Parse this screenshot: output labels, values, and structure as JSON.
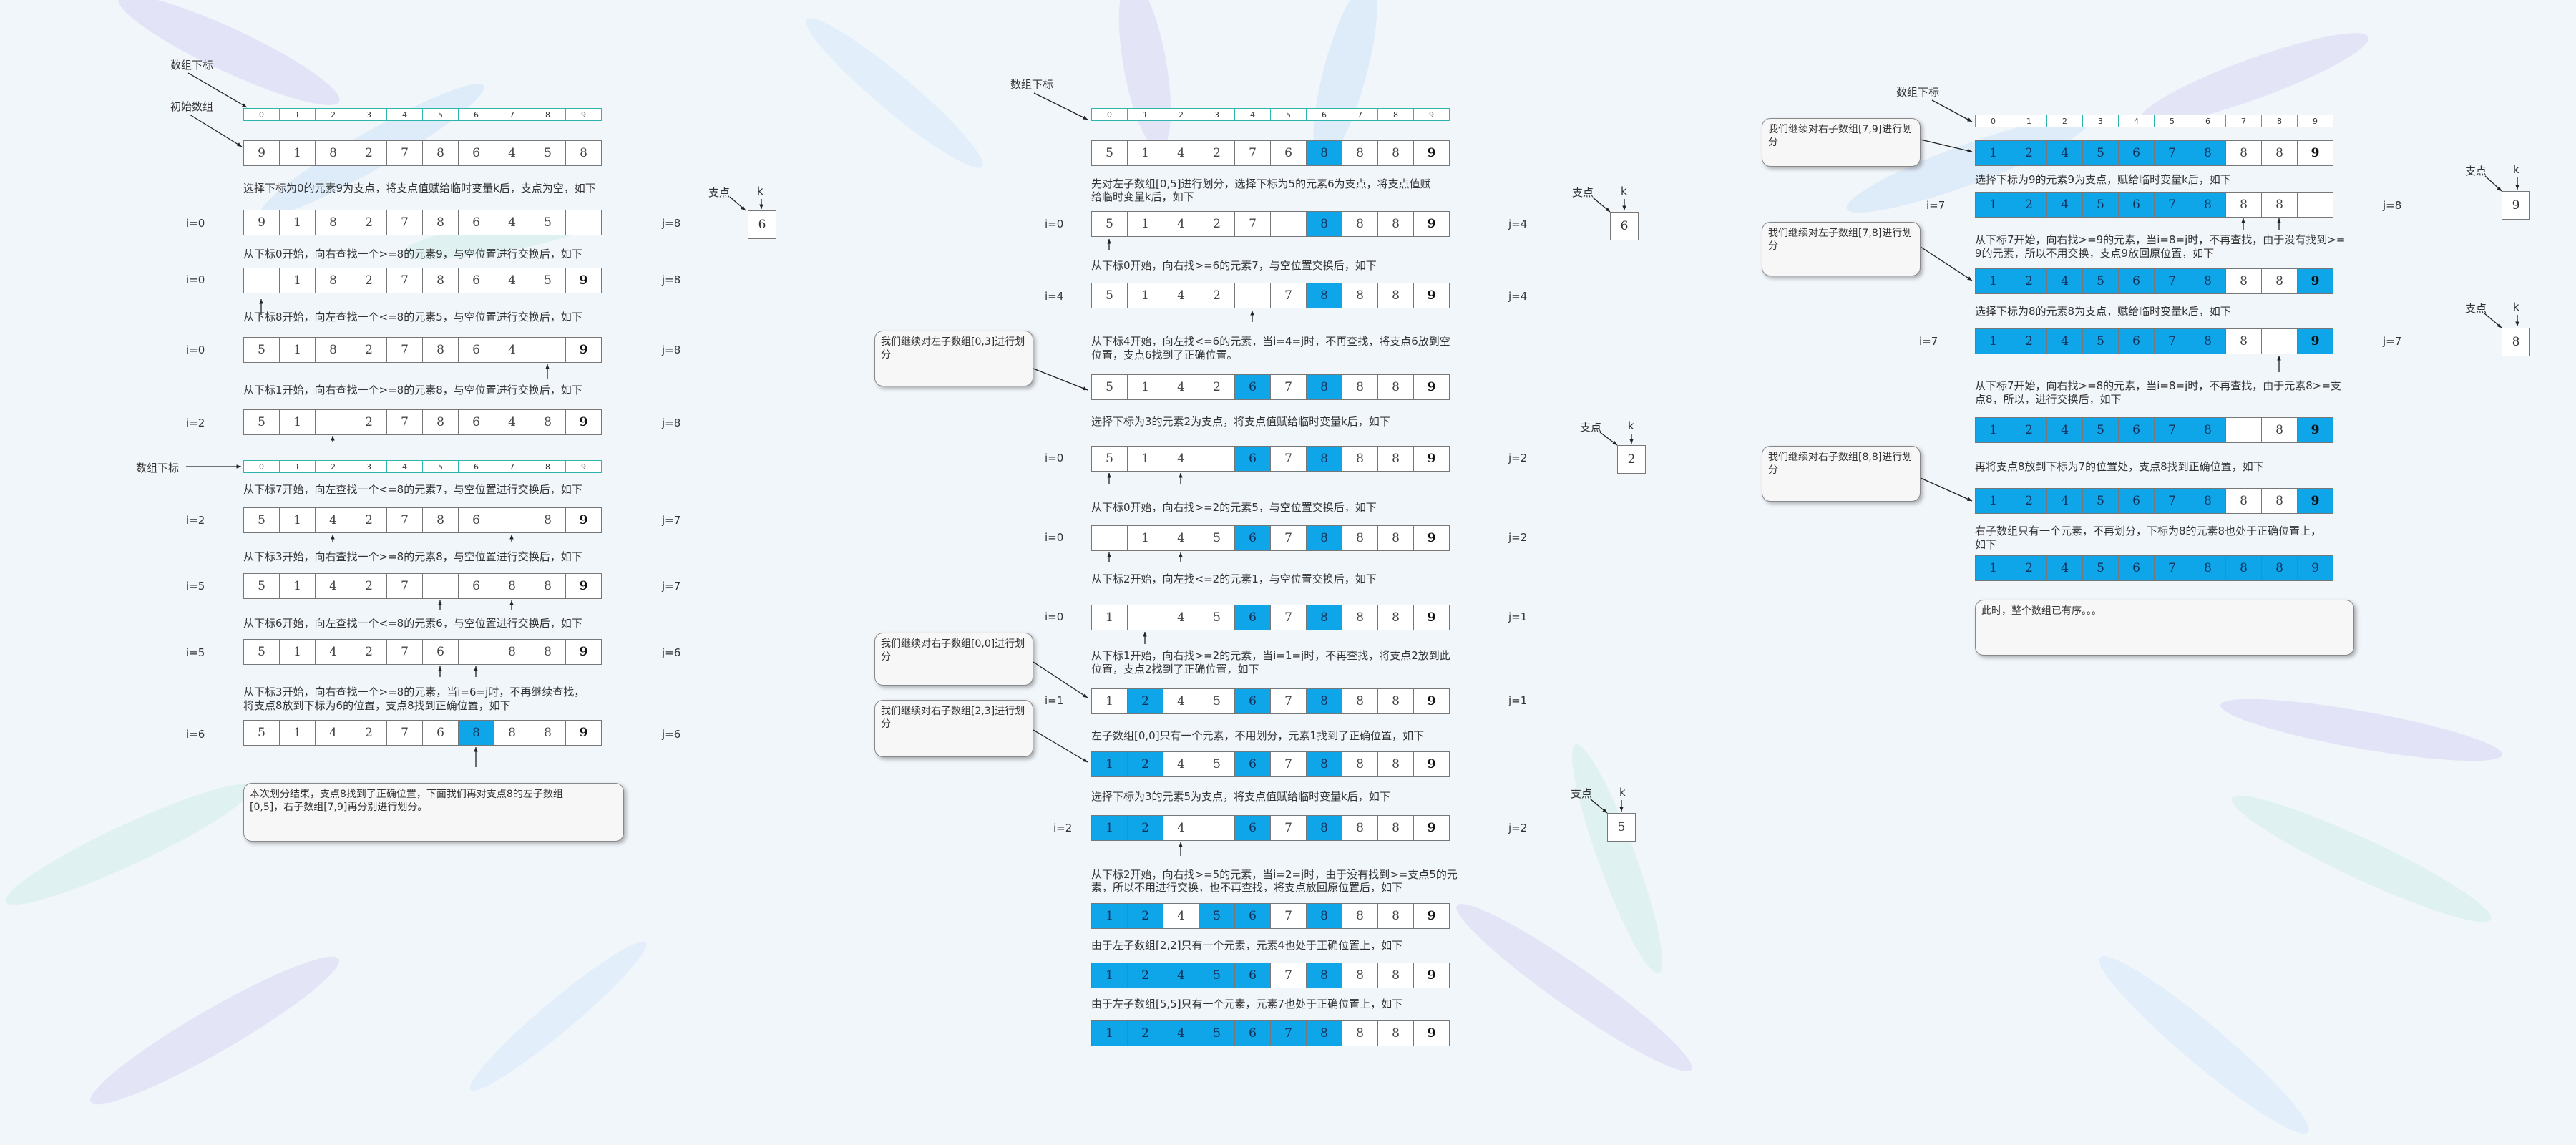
{
  "colors": {
    "highlight": "#0ea5e9",
    "index_border": "#2cb5ac",
    "background": "#f1f6fb"
  },
  "left": {
    "labels": {
      "array_index": "数组下标",
      "initial_array": "初始数组",
      "array_index_2": "数组下标",
      "pivot": "支点",
      "k": "k",
      "pivot_value": "6"
    },
    "index_row": [
      "0",
      "1",
      "2",
      "3",
      "4",
      "5",
      "6",
      "7",
      "8",
      "9"
    ],
    "texts": [
      "选择下标为0的元素9为支点，将支点值赋给临时变量k后，支点为空，如下",
      "从下标0开始，向右查找一个>=8的元素9，与空位置进行交换后，如下",
      "从下标8开始，向左查找一个<=8的元素5，与空位置进行交换后，如下",
      "从下标1开始，向右查找一个>=8的元素8，与空位置进行交换后，如下",
      "从下标7开始，向左查找一个<=8的元素7，与空位置进行交换后，如下",
      "从下标3开始，向右查找一个>=8的元素8，与空位置进行交换后，如下",
      "从下标6开始，向左查找一个<=8的元素6，与空位置进行交换后，如下",
      "从下标3开始，向右查找一个>=8的元素，当i=6=j时，不再继续查找，",
      "将支点8放到下标为6的位置，支点8找到正确位置，如下"
    ],
    "rows": [
      {
        "i": "",
        "j": "",
        "cells": [
          "9",
          "1",
          "8",
          "2",
          "7",
          "8",
          "6",
          "4",
          "5",
          "8"
        ]
      },
      {
        "i": "i=0",
        "j": "j=8",
        "cells": [
          "9",
          "1",
          "8",
          "2",
          "7",
          "8",
          "6",
          "4",
          "5",
          ""
        ]
      },
      {
        "i": "i=0",
        "j": "j=8",
        "cells": [
          "",
          "1",
          "8",
          "2",
          "7",
          "8",
          "6",
          "4",
          "5",
          "9"
        ]
      },
      {
        "i": "i=0",
        "j": "j=8",
        "cells": [
          "5",
          "1",
          "8",
          "2",
          "7",
          "8",
          "6",
          "4",
          "",
          "9"
        ]
      },
      {
        "i": "i=2",
        "j": "j=8",
        "cells": [
          "5",
          "1",
          "",
          "2",
          "7",
          "8",
          "6",
          "4",
          "8",
          "9"
        ]
      },
      {
        "i": "i=2",
        "j": "j=7",
        "cells": [
          "5",
          "1",
          "4",
          "2",
          "7",
          "8",
          "6",
          "",
          "8",
          "9"
        ]
      },
      {
        "i": "i=5",
        "j": "j=7",
        "cells": [
          "5",
          "1",
          "4",
          "2",
          "7",
          "",
          "6",
          "8",
          "8",
          "9"
        ]
      },
      {
        "i": "i=5",
        "j": "j=6",
        "cells": [
          "5",
          "1",
          "4",
          "2",
          "7",
          "6",
          "",
          "8",
          "8",
          "9"
        ]
      },
      {
        "i": "i=6",
        "j": "j=6",
        "cells": [
          "5",
          "1",
          "4",
          "2",
          "7",
          "6",
          "8",
          "8",
          "8",
          "9"
        ]
      }
    ],
    "note": [
      "本次划分结束，支点8找到了正确位置，下面我们再对支点8的左子数组",
      "[0,5]，右子数组[7,9]再分别进行划分。"
    ]
  },
  "middle": {
    "labels": {
      "array_index": "数组下标",
      "pivot": "支点",
      "k": "k",
      "pivot1": "6",
      "pivot2": "2",
      "pivot3": "5"
    },
    "index_row": [
      "0",
      "1",
      "2",
      "3",
      "4",
      "5",
      "6",
      "7",
      "8",
      "9"
    ],
    "texts": [
      "先对左子数组[0,5]进行划分，选择下标为5的元素6为支点，将支点值赋",
      "给临时变量k后，如下",
      "从下标0开始，向右找>=6的元素7，与空位置交换后，如下",
      "从下标4开始，向左找<=6的元素，当i=4=j时，不再查找，将支点6放到空",
      "位置，支点6找到了正确位置。",
      "选择下标为3的元素2为支点，将支点值赋给临时变量k后，如下",
      "从下标0开始，向右找>=2的元素5，与空位置交换后，如下",
      "从下标2开始，向左找<=2的元素1，与空位置交换后，如下",
      "从下标1开始，向右找>=2的元素，当i=1=j时，不再查找，将支点2放到此",
      "位置，支点2找到了正确位置，如下",
      "左子数组[0,0]只有一个元素，不用划分，元素1找到了正确位置，如下",
      "选择下标为3的元素5为支点，将支点值赋给临时变量k后，如下",
      "从下标2开始，向右找>=5的元素，当i=2=j时，由于没有找到>=支点5的元",
      "素，所以不用进行交换，也不再查找，将支点放回原位置后，如下",
      "由于左子数组[2,2]只有一个元素，元素4也处于正确位置上，如下",
      "由于左子数组[5,5]只有一个元素，元素7也处于正确位置上，如下"
    ],
    "notes": [
      "我们继续对左子数组[0,3]进行划分",
      "我们继续对右子数组[0,0]进行划分",
      "我们继续对右子数组[2,3]进行划分"
    ],
    "rows": [
      {
        "i": "",
        "j": "",
        "cells": [
          "5",
          "1",
          "4",
          "2",
          "7",
          "6",
          "8",
          "8",
          "8",
          "9"
        ]
      },
      {
        "i": "i=0",
        "j": "j=4",
        "cells": [
          "5",
          "1",
          "4",
          "2",
          "7",
          "",
          "8",
          "8",
          "8",
          "9"
        ]
      },
      {
        "i": "i=4",
        "j": "j=4",
        "cells": [
          "5",
          "1",
          "4",
          "2",
          "",
          "7",
          "8",
          "8",
          "8",
          "9"
        ]
      },
      {
        "i": "",
        "j": "",
        "cells": [
          "5",
          "1",
          "4",
          "2",
          "6",
          "7",
          "8",
          "8",
          "8",
          "9"
        ]
      },
      {
        "i": "i=0",
        "j": "j=2",
        "cells": [
          "5",
          "1",
          "4",
          "",
          "6",
          "7",
          "8",
          "8",
          "8",
          "9"
        ]
      },
      {
        "i": "i=0",
        "j": "j=2",
        "cells": [
          "",
          "1",
          "4",
          "5",
          "6",
          "7",
          "8",
          "8",
          "8",
          "9"
        ]
      },
      {
        "i": "i=0",
        "j": "j=1",
        "cells": [
          "1",
          "",
          "4",
          "5",
          "6",
          "7",
          "8",
          "8",
          "8",
          "9"
        ]
      },
      {
        "i": "i=1",
        "j": "j=1",
        "cells": [
          "1",
          "2",
          "4",
          "5",
          "6",
          "7",
          "8",
          "8",
          "8",
          "9"
        ]
      },
      {
        "i": "",
        "j": "",
        "cells": [
          "1",
          "2",
          "4",
          "5",
          "6",
          "7",
          "8",
          "8",
          "8",
          "9"
        ]
      },
      {
        "i": "i=2",
        "j": "j=2",
        "cells": [
          "1",
          "2",
          "4",
          "",
          "6",
          "7",
          "8",
          "8",
          "8",
          "9"
        ]
      },
      {
        "i": "",
        "j": "",
        "cells": [
          "1",
          "2",
          "4",
          "5",
          "6",
          "7",
          "8",
          "8",
          "8",
          "9"
        ]
      },
      {
        "i": "",
        "j": "",
        "cells": [
          "1",
          "2",
          "4",
          "5",
          "6",
          "7",
          "8",
          "8",
          "8",
          "9"
        ]
      },
      {
        "i": "",
        "j": "",
        "cells": [
          "1",
          "2",
          "4",
          "5",
          "6",
          "7",
          "8",
          "8",
          "8",
          "9"
        ]
      }
    ]
  },
  "right": {
    "labels": {
      "array_index": "数组下标",
      "pivot": "支点",
      "k": "k",
      "pivot1": "9",
      "pivot2": "8"
    },
    "index_row": [
      "0",
      "1",
      "2",
      "3",
      "4",
      "5",
      "6",
      "7",
      "8",
      "9"
    ],
    "texts": [
      "选择下标为9的元素9为支点，赋给临时变量k后，如下",
      "从下标7开始，向右找>=9的元素，当i=8=j时，不再查找，由于没有找到>=",
      "9的元素，所以不用交换，支点9放回原位置，如下",
      "选择下标为8的元素8为支点，赋给临时变量k后，如下",
      "从下标7开始，向右找>=8的元素，当i=8=j时，不再查找，由于元素8>=支",
      "点8，所以，进行交换后，如下",
      "再将支点8放到下标为7的位置处，支点8找到正确位置，如下",
      "右子数组只有一个元素，不再划分，下标为8的元素8也处于正确位置上，",
      "如下"
    ],
    "notes": [
      "我们继续对右子数组[7,9]进行划分",
      "我们继续对左子数组[7,8]进行划分",
      "我们继续对右子数组[8,8]进行划分",
      "此时，整个数组已有序。。。"
    ],
    "rows": [
      {
        "i": "",
        "j": "",
        "cells": [
          "1",
          "2",
          "4",
          "5",
          "6",
          "7",
          "8",
          "8",
          "8",
          "9"
        ]
      },
      {
        "i": "i=7",
        "j": "j=8",
        "cells": [
          "1",
          "2",
          "4",
          "5",
          "6",
          "7",
          "8",
          "8",
          "8",
          ""
        ]
      },
      {
        "i": "",
        "j": "",
        "cells": [
          "1",
          "2",
          "4",
          "5",
          "6",
          "7",
          "8",
          "8",
          "8",
          "9"
        ]
      },
      {
        "i": "i=7",
        "j": "j=7",
        "cells": [
          "1",
          "2",
          "4",
          "5",
          "6",
          "7",
          "8",
          "8",
          "",
          "9"
        ]
      },
      {
        "i": "",
        "j": "",
        "cells": [
          "1",
          "2",
          "4",
          "5",
          "6",
          "7",
          "8",
          "",
          "8",
          "9"
        ]
      },
      {
        "i": "",
        "j": "",
        "cells": [
          "1",
          "2",
          "4",
          "5",
          "6",
          "7",
          "8",
          "8",
          "8",
          "9"
        ]
      },
      {
        "i": "",
        "j": "",
        "cells": [
          "1",
          "2",
          "4",
          "5",
          "6",
          "7",
          "8",
          "8",
          "8",
          "9"
        ]
      }
    ]
  }
}
